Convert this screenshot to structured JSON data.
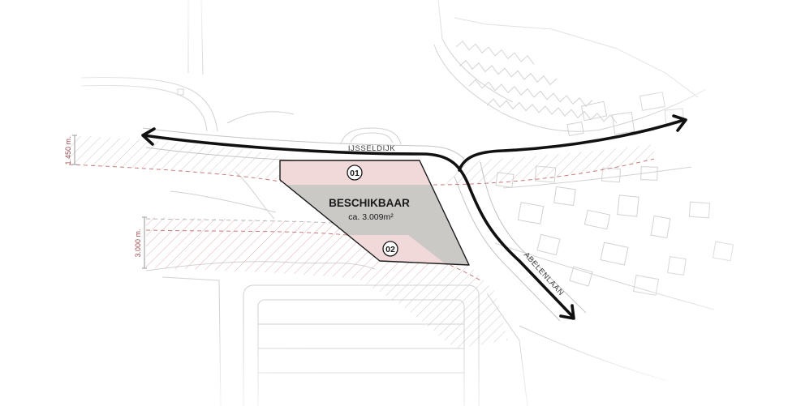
{
  "roads": {
    "ijsseldijk_label": "IJSSELDIJK",
    "abelenlaan_label": "ABELENLAAN"
  },
  "plot": {
    "status_label": "BESCHIKBAAR",
    "area_label": "ca. 3.009m²",
    "zone_1_label": "01",
    "zone_2_label": "02"
  },
  "dimensions": {
    "upper_zone_width": "1.450 m.",
    "lower_zone_width": "3.000 m."
  },
  "colors": {
    "road": "#111111",
    "plot_fill": "#cbc9c5",
    "zone_fill": "#f1d9da",
    "zone_hatch": "#dcb3b6",
    "dashed_boundary": "#c97b80",
    "dimension_text": "#9b4c52",
    "map_lines": "#d2d2d2"
  }
}
